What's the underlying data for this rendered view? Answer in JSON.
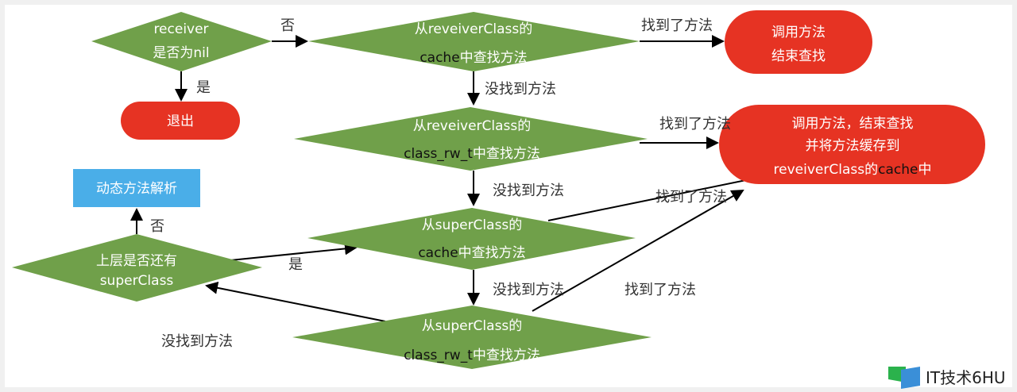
{
  "colors": {
    "decision": "#70a04a",
    "terminal": "#e63323",
    "process": "#4aaee8",
    "canvas": "#ffffff"
  },
  "nodes": {
    "receiver": {
      "line1": "receiver",
      "line2": "是否为nil"
    },
    "exit": {
      "label": "退出"
    },
    "recv_cache": {
      "line1": "从reveiverClass的",
      "line2a": "cache",
      "line2b": "中查找方法"
    },
    "call_end": {
      "line1": "调用方法",
      "line2": "结束查找"
    },
    "recv_rw": {
      "line1": "从reveiverClass的",
      "line2a": "class_rw_t",
      "line2b": "中查找方法"
    },
    "call_cache": {
      "line1": "调用方法，结束查找",
      "line2": "并将方法缓存到",
      "line3a": "reveiverClass的",
      "line3b": "cache",
      "line3c": "中"
    },
    "dynamic": {
      "label": "动态方法解析"
    },
    "has_super": {
      "line1": "上层是否还有",
      "line2": "superClass"
    },
    "super_cache": {
      "line1": "从superClass的",
      "line2a": "cache",
      "line2b": "中查找方法"
    },
    "super_rw": {
      "line1": "从superClass的",
      "line2a": "class_rw_t",
      "line2b": "中查找方法"
    }
  },
  "edges": {
    "no": "否",
    "yes": "是",
    "not_found": "没找到方法",
    "found": "找到了方法"
  },
  "watermark": "IT技术6HU"
}
